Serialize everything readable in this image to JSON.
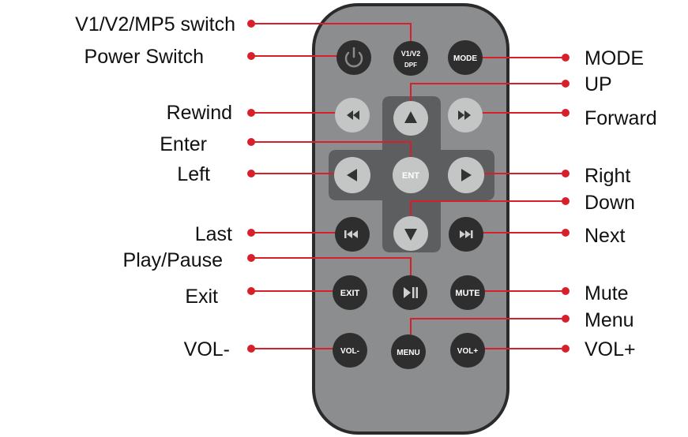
{
  "colors": {
    "remote_body": "#8c8d8e",
    "remote_outline": "#2b2b2b",
    "dark_button": "#2e2e2e",
    "light_button": "#c4c6c5",
    "dpad_cross": "#5d5e5f",
    "leader": "#d8202a"
  },
  "buttons": {
    "power": {
      "icon": "power-icon"
    },
    "v1v2": {
      "line1": "V1/V2",
      "line2": "DPF"
    },
    "mode": {
      "label": "MODE"
    },
    "rewind": {
      "icon": "rewind-icon"
    },
    "up": {
      "icon": "up-triangle-icon"
    },
    "forward": {
      "icon": "forward-icon"
    },
    "left": {
      "icon": "left-triangle-icon"
    },
    "enter": {
      "label": "ENT"
    },
    "right": {
      "icon": "right-triangle-icon"
    },
    "last": {
      "icon": "skip-back-icon"
    },
    "down": {
      "icon": "down-triangle-icon"
    },
    "next": {
      "icon": "skip-forward-icon"
    },
    "exit": {
      "label": "EXIT"
    },
    "play_pause": {
      "icon": "play-pause-icon"
    },
    "mute": {
      "label": "MUTE"
    },
    "vol_minus": {
      "label": "VOL-"
    },
    "menu": {
      "label": "MENU"
    },
    "vol_plus": {
      "label": "VOL+"
    }
  },
  "callouts": {
    "left_side": [
      {
        "id": "v1v2",
        "label": "V1/V2/MP5 switch"
      },
      {
        "id": "power",
        "label": "Power Switch"
      },
      {
        "id": "rewind",
        "label": "Rewind"
      },
      {
        "id": "enter",
        "label": "Enter"
      },
      {
        "id": "left",
        "label": "Left"
      },
      {
        "id": "last",
        "label": "Last"
      },
      {
        "id": "play_pause",
        "label": "Play/Pause"
      },
      {
        "id": "exit",
        "label": "Exit"
      },
      {
        "id": "vol_minus",
        "label": "VOL-"
      }
    ],
    "right_side": [
      {
        "id": "mode",
        "label": "MODE"
      },
      {
        "id": "up",
        "label": "UP"
      },
      {
        "id": "forward",
        "label": "Forward"
      },
      {
        "id": "right",
        "label": "Right"
      },
      {
        "id": "down",
        "label": "Down"
      },
      {
        "id": "next",
        "label": "Next"
      },
      {
        "id": "mute",
        "label": "Mute"
      },
      {
        "id": "menu",
        "label": "Menu"
      },
      {
        "id": "vol_plus",
        "label": "VOL+"
      }
    ]
  }
}
